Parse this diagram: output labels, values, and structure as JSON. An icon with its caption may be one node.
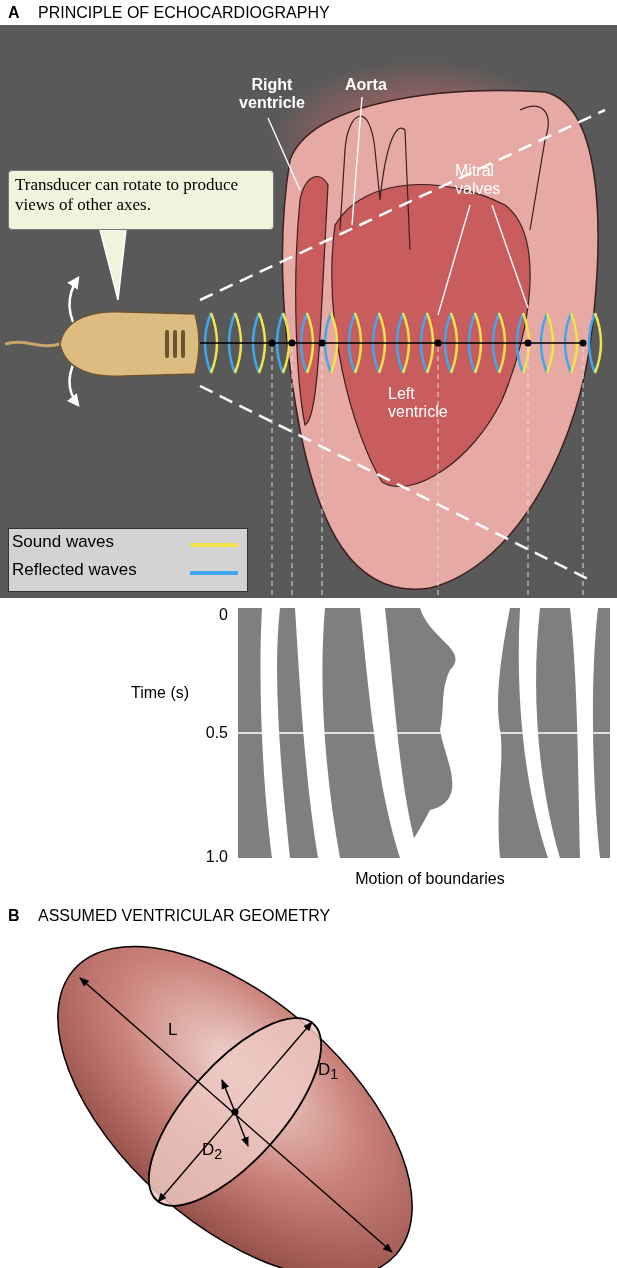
{
  "diagram": {
    "nodes": [
      {
        "text": [
          "Right ventricle"
        ]
      },
      {
        "text": [
          "Aorta"
        ]
      },
      {
        "text": [
          "Mitral valves"
        ]
      },
      {
        "text": [
          "Transducer  can rotate to produce views of other axes."
        ]
      },
      {
        "text": [],
        "shape": "picture"
      }
    ],
    "edges": [
      {
        "from": 0,
        "to": null,
        "arrow": "none"
      },
      {
        "from": 1,
        "to": null,
        "arrow": "none"
      },
      {
        "from": 2,
        "to": null,
        "arrow": "none"
      },
      {
        "from": 2,
        "to": null,
        "arrow": "none"
      },
      {
        "from": 3,
        "to": 4,
        "arrow": "none"
      }
    ],
    "labels": [
      "A",
      "PRINCIPLE OF ECHOCARDIOGRAPHY",
      "Left ventricle",
      "0",
      "Time (s)",
      "0.5",
      "1.0",
      "Motion of boundaries",
      "B",
      "ASSUMED VENTRICULAR GEOMETRY",
      "L",
      "D$_{1}$",
      "D$_{2}$"
    ],
    "legend": [
      {
        "text": "Sound waves",
        "color": "#f2e34a"
      },
      {
        "text": "Reflected waves",
        "color": "#3ea8f0"
      }
    ]
  }
}
